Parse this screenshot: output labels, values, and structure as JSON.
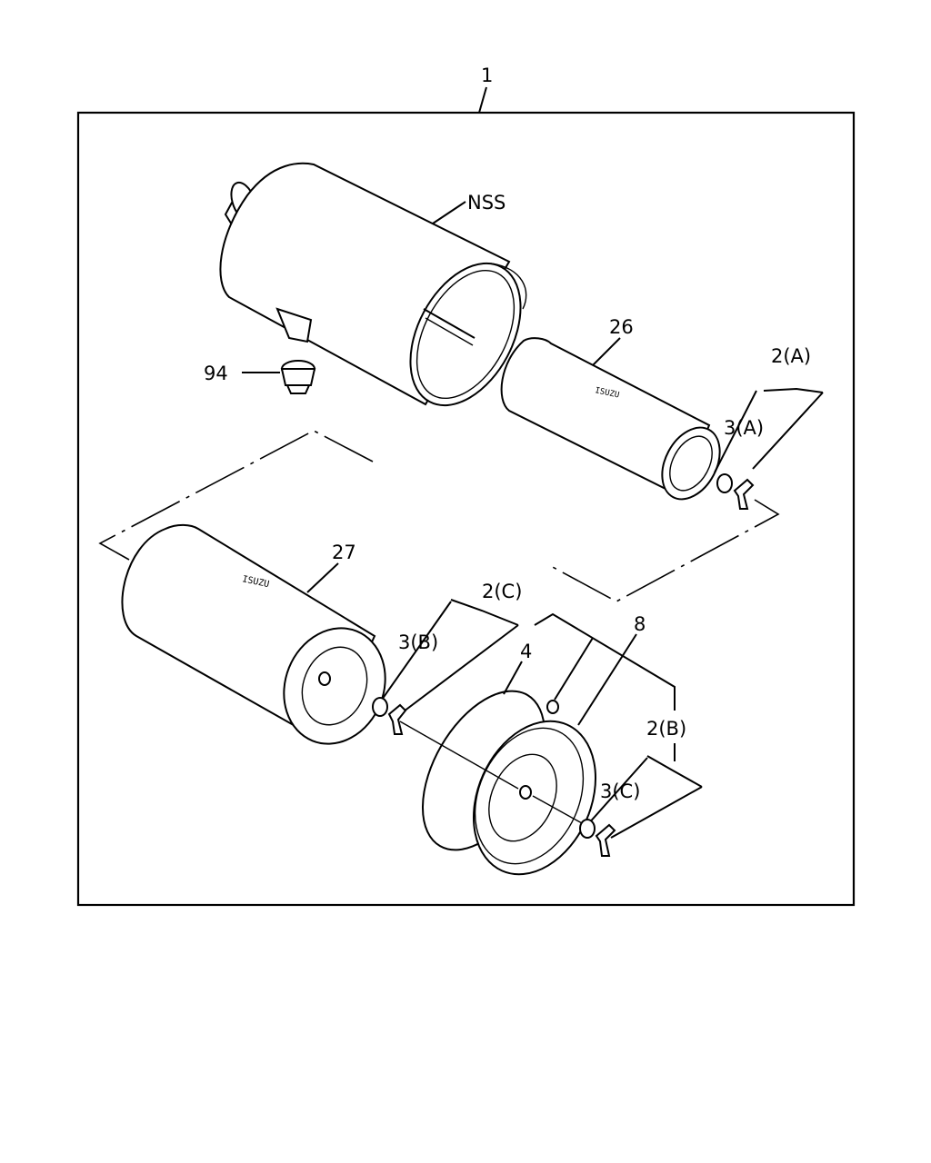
{
  "callouts": {
    "assembly": "1",
    "housing": "NSS",
    "outlet_fitting": "94",
    "inner_element": "26",
    "outer_element": "27",
    "bolt_kit_a": "2(A)",
    "washer_a": "3(A)",
    "bolt_kit_b": "2(B)",
    "washer_b": "3(B)",
    "bolt_kit_c": "2(C)",
    "washer_c": "3(C)",
    "gasket": "4",
    "cover": "8"
  },
  "part_marks": {
    "inner_element_text": "ISUZU",
    "outer_element_text": "ISUZU"
  }
}
